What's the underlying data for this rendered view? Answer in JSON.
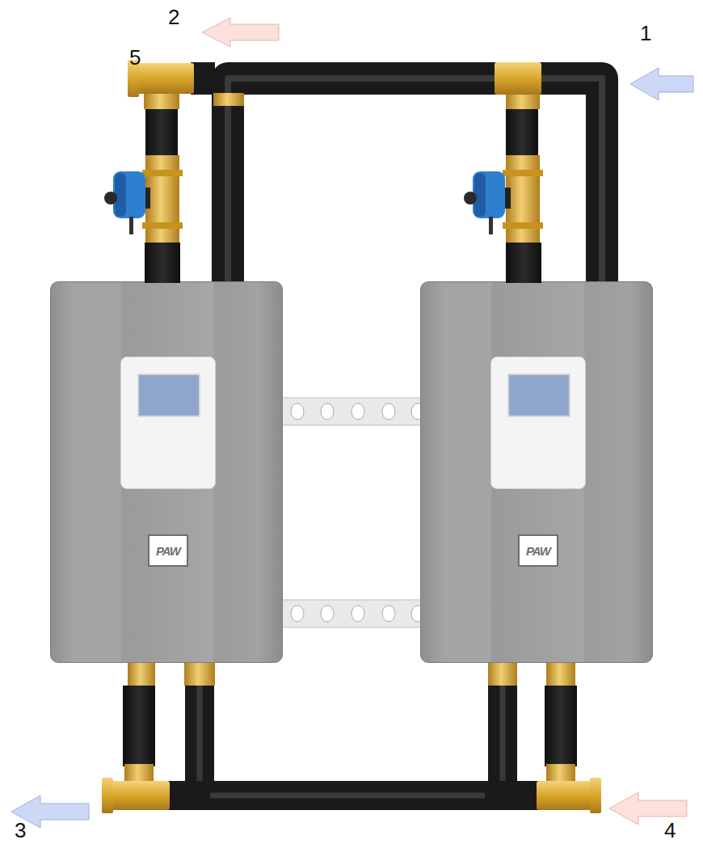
{
  "diagram": {
    "nodes": [
      {
        "text": [
          "PAW"
        ]
      },
      {
        "text": [
          "PAW"
        ]
      }
    ],
    "edges": [
      {
        "from": 0,
        "to": 1,
        "arrow": "none"
      },
      {
        "from": 0,
        "to": 1,
        "arrow": "none"
      }
    ],
    "labels": [
      "2",
      "1",
      "5",
      "3",
      "4"
    ]
  }
}
